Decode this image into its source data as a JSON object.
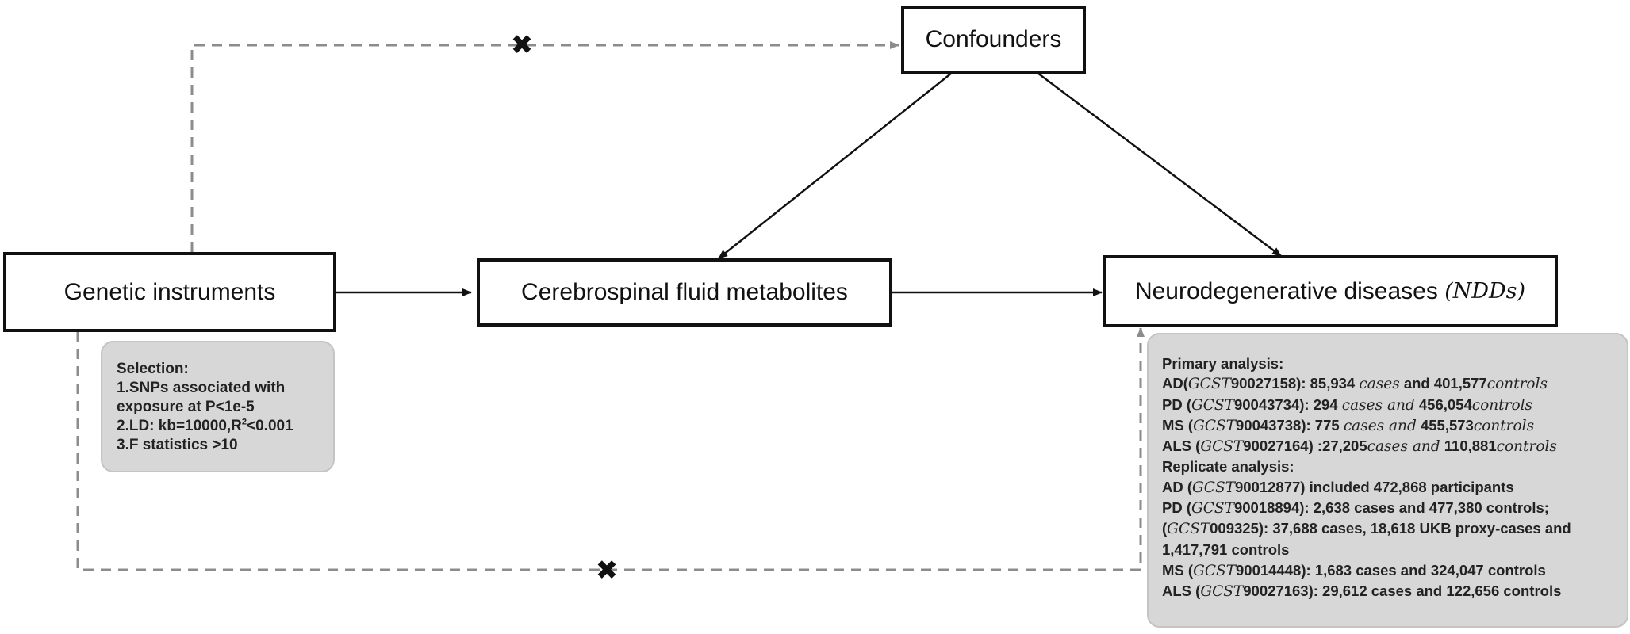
{
  "nodes": {
    "confounders": "Confounders",
    "genetic_instruments": "Genetic instruments",
    "csf_metabolites": "Cerebrospinal fluid metabolites",
    "ndd_label": "Neurodegenerative diseases",
    "ndd_abbrev": "(NDDs)"
  },
  "marks": {
    "no_path": "✖"
  },
  "selection": {
    "heading": "Selection:",
    "line1": "1.SNPs associated with",
    "line2": "exposure at P<1e-5",
    "line3_prefix": "2.LD: kb=10000,R",
    "line3_sup": "2",
    "line3_suffix": "<0.001",
    "line4": "3.F statistics >10"
  },
  "analysis": {
    "primary_heading": "Primary analysis:",
    "primary": [
      {
        "pre": "AD(",
        "id": "GCST",
        "num": "90027158):",
        "mid1": "  85,934 ",
        "mid1_it": "cases",
        "mid2": " and 401,577",
        "end_it": "controls"
      },
      {
        "pre": "PD (",
        "id": "GCST",
        "num": "90043734):",
        "mid1": "  294 ",
        "mid1_it": "cases and",
        "mid2": " 456,054",
        "end_it": "controls"
      },
      {
        "pre": "MS (",
        "id": "GCST",
        "num": "90043738):",
        "mid1": "  775 ",
        "mid1_it": "cases and",
        "mid2": " 455,573",
        "end_it": "controls"
      },
      {
        "pre": "ALS (",
        "id": "GCST",
        "num": "90027164) :27,205",
        "mid1": "",
        "mid1_it": "cases and",
        "mid2": " 110,881",
        "end_it": "controls"
      }
    ],
    "replicate_heading": "Replicate analysis:",
    "replicate": [
      {
        "pre": "AD (",
        "id": "GCST",
        "rest": "90012877)  included 472,868 participants"
      },
      {
        "pre": "PD (",
        "id": "GCST",
        "rest": "90018894): 2,638 cases and 477,380 controls;"
      },
      {
        "pre": "(",
        "id": "GCST",
        "rest": "009325): 37,688 cases, 18,618 UKB proxy-cases and"
      },
      {
        "pre": "",
        "id": "",
        "rest": "1,417,791 controls"
      },
      {
        "pre": "MS (",
        "id": "GCST",
        "rest": "90014448): 1,683 cases and 324,047 controls"
      },
      {
        "pre": "ALS (",
        "id": "GCST",
        "rest": "90027163): 29,612 cases and 122,656 controls"
      }
    ]
  }
}
